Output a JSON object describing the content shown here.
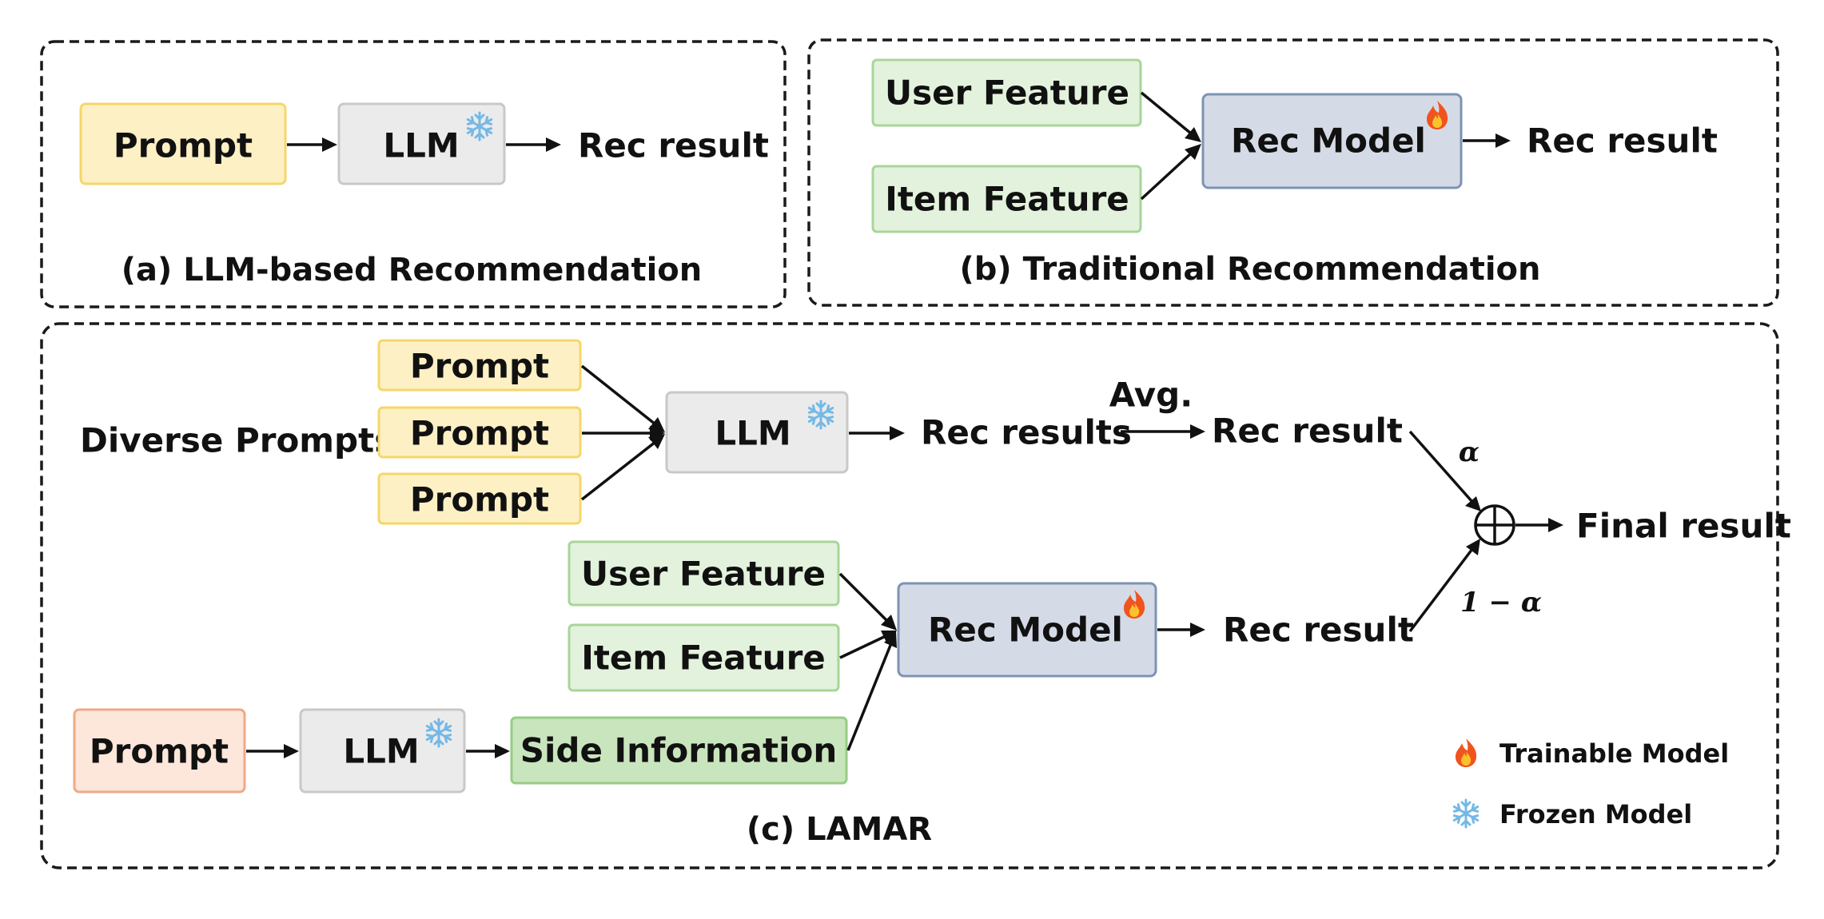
{
  "panel_a": {
    "caption": "(a) LLM-based Recommendation",
    "prompt": "Prompt",
    "llm": "LLM",
    "output": "Rec result"
  },
  "panel_b": {
    "caption": "(b) Traditional Recommendation",
    "user_feature": "User Feature",
    "item_feature": "Item Feature",
    "rec_model": "Rec Model",
    "output": "Rec result"
  },
  "panel_c": {
    "caption": "(c) LAMAR",
    "diverse_prompts": "Diverse Prompts",
    "prompts": [
      "Prompt",
      "Prompt",
      "Prompt"
    ],
    "llm": "LLM",
    "rec_results": "Rec results",
    "avg": "Avg.",
    "rec_result_top": "Rec result",
    "alpha": "α",
    "one_minus_alpha": "1 − α",
    "final_result": "Final result",
    "user_feature": "User Feature",
    "item_feature": "Item Feature",
    "rec_model": "Rec Model",
    "rec_result_bottom": "Rec result",
    "prompt_side": "Prompt",
    "llm_side": "LLM",
    "side_information": "Side Information"
  },
  "legend": {
    "trainable": "Trainable Model",
    "frozen": "Frozen Model"
  },
  "icons": {
    "trainable": "fire-icon",
    "frozen": "snowflake-icon"
  }
}
